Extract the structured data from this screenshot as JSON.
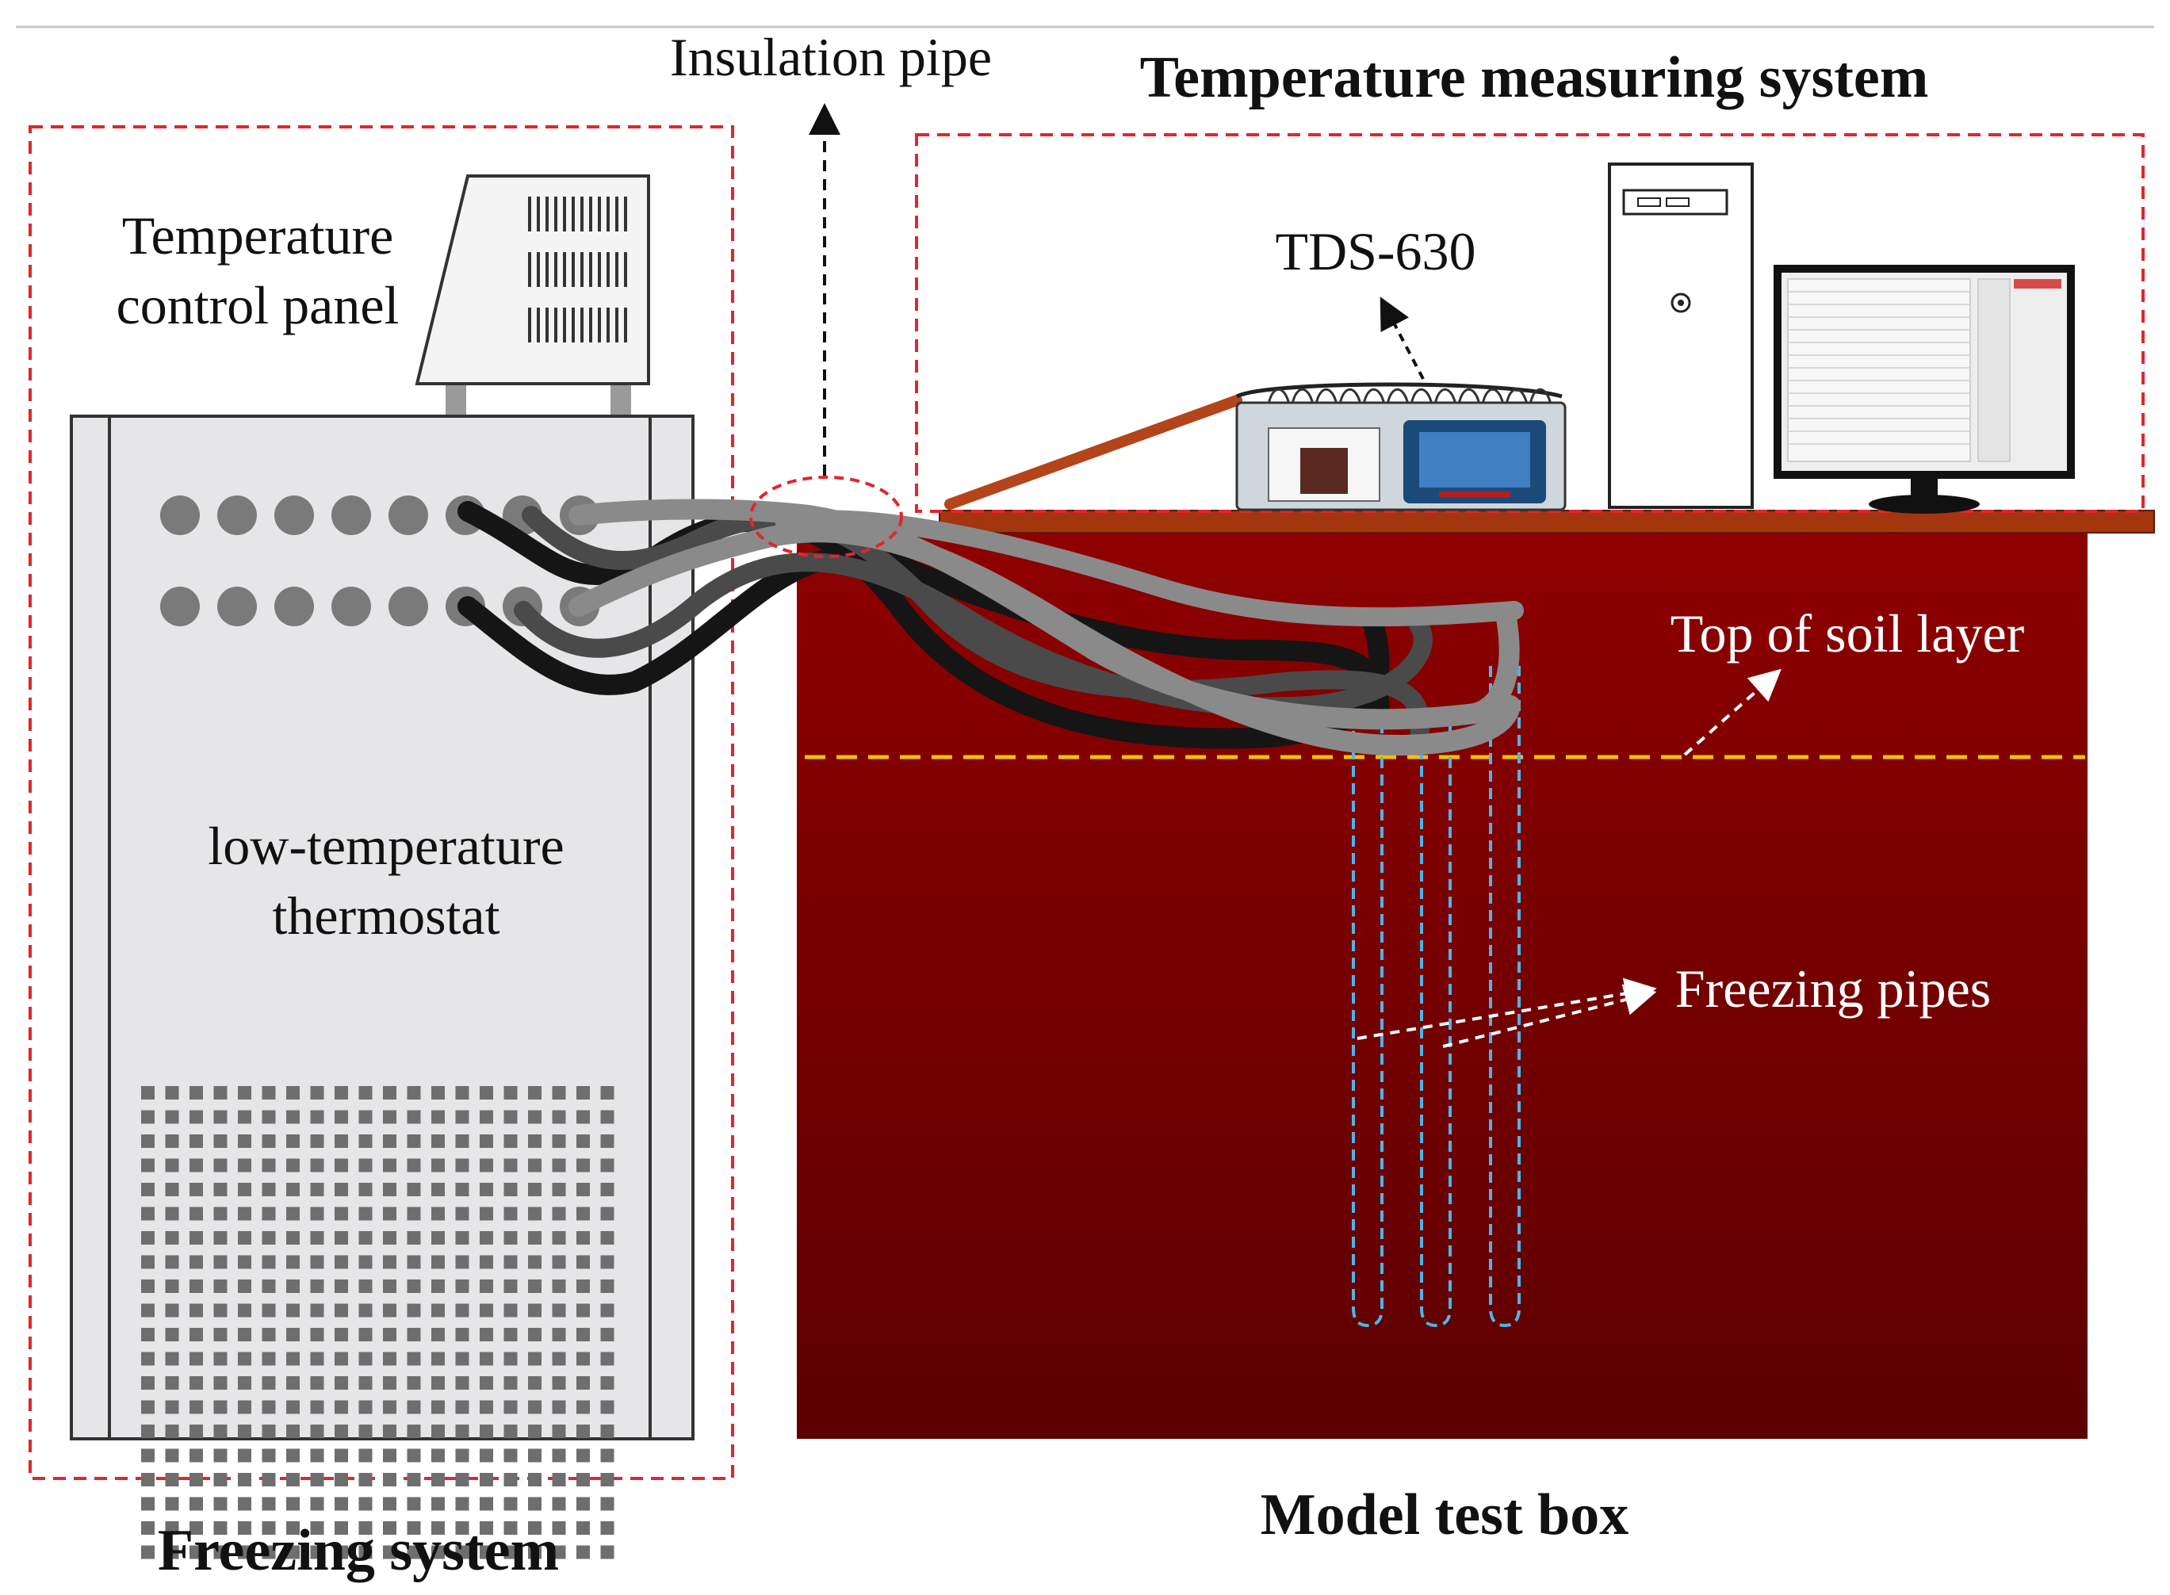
{
  "labels": {
    "insulation_pipe": "Insulation pipe",
    "temperature_measuring_system": "Temperature measuring system",
    "temperature_control_panel_line1": "Temperature",
    "temperature_control_panel_line2": "control panel",
    "tds_630": "TDS-630",
    "top_of_soil_layer": "Top of soil layer",
    "low_temperature_thermostat_line1": "low-temperature",
    "low_temperature_thermostat_line2": "thermostat",
    "freezing_pipes": "Freezing pipes",
    "model_test_box": "Model test box",
    "freezing_system": "Freezing system"
  },
  "colors": {
    "dashed_box": "#e0262e",
    "soil_top": "#8e0000",
    "soil_bottom": "#5c0000",
    "table": "#a3350f",
    "soil_line": "#f2c200",
    "freezing_pipe_outline": "#4fb3e8",
    "thermostat_body": "#e6e6e8",
    "port_dot": "#7a7a7a",
    "hose_black": "#151515",
    "hose_dark_gray": "#4a4a4a",
    "hose_gray": "#8a8a8a"
  },
  "icons": {
    "control_panel": "control-panel-icon",
    "data_logger": "data-logger-icon",
    "pc_tower": "pc-tower-icon",
    "monitor": "monitor-icon"
  }
}
